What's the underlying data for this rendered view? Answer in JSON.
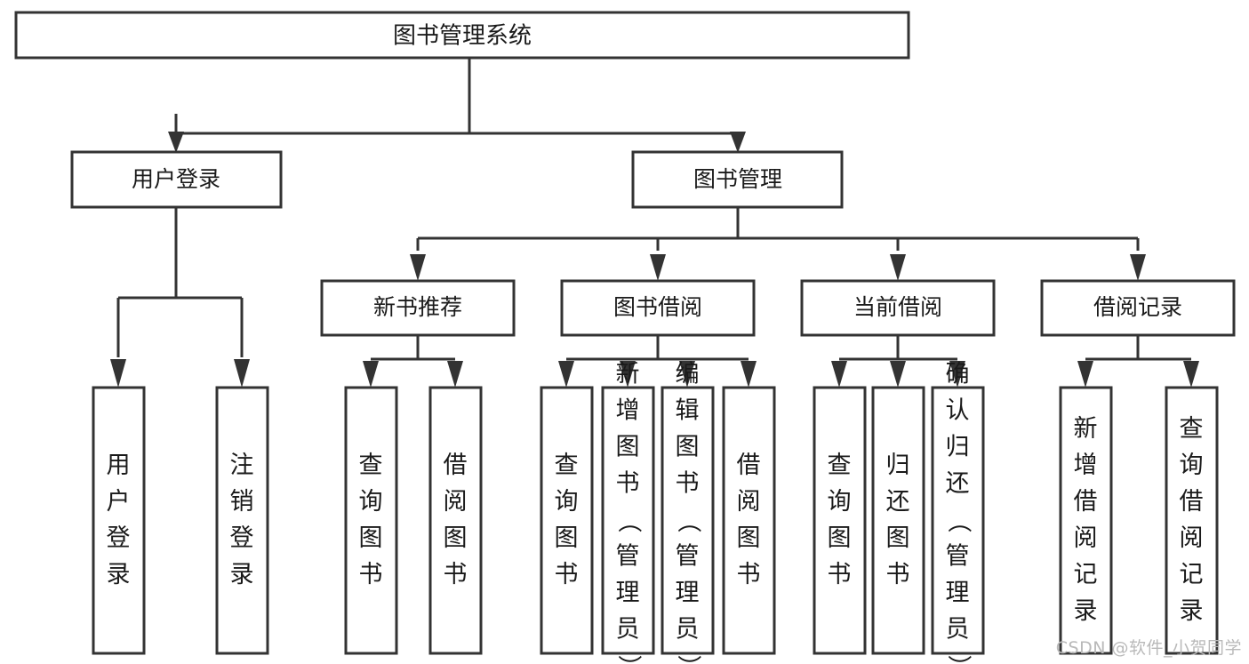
{
  "diagram": {
    "type": "tree",
    "title": "图书管理系统",
    "orientation": "top-down",
    "stroke_color": "#333333",
    "fill_color": "#ffffff",
    "background_color": "#ffffff",
    "text_color": "#1a1a1a"
  },
  "nodes": {
    "root": {
      "label": "图书管理系统",
      "level": 0
    },
    "user_login": {
      "label": "用户登录",
      "level": 1
    },
    "book_manage": {
      "label": "图书管理",
      "level": 1
    },
    "new_book_rec": {
      "label": "新书推荐",
      "level": 2
    },
    "book_borrow": {
      "label": "图书借阅",
      "level": 2
    },
    "current_borrow": {
      "label": "当前借阅",
      "level": 2
    },
    "borrow_record": {
      "label": "借阅记录",
      "level": 2
    },
    "leaf_user_login": {
      "label": "用户登录",
      "level": 2,
      "orientation": "vertical"
    },
    "leaf_logout": {
      "label": "注销登录",
      "level": 2,
      "orientation": "vertical"
    },
    "leaf_query_book_1": {
      "label": "查询图书",
      "level": 3,
      "orientation": "vertical"
    },
    "leaf_borrow_book_1": {
      "label": "借阅图书",
      "level": 3,
      "orientation": "vertical"
    },
    "leaf_query_book_2": {
      "label": "查询图书",
      "level": 3,
      "orientation": "vertical"
    },
    "leaf_add_book": {
      "label": "新增图书（管理员）",
      "level": 3,
      "orientation": "vertical"
    },
    "leaf_edit_book": {
      "label": "编辑图书（管理员）",
      "level": 3,
      "orientation": "vertical"
    },
    "leaf_borrow_book_2": {
      "label": "借阅图书",
      "level": 3,
      "orientation": "vertical"
    },
    "leaf_query_book_3": {
      "label": "查询图书",
      "level": 3,
      "orientation": "vertical"
    },
    "leaf_return_book": {
      "label": "归还图书",
      "level": 3,
      "orientation": "vertical"
    },
    "leaf_confirm_return": {
      "label": "确认归还（管理员）",
      "level": 3,
      "orientation": "vertical"
    },
    "leaf_add_record": {
      "label": "新增借阅记录",
      "level": 3,
      "orientation": "vertical"
    },
    "leaf_query_record": {
      "label": "查询借阅记录",
      "level": 3,
      "orientation": "vertical"
    }
  },
  "watermark": {
    "text": "CSDN @软件_小贺同学"
  }
}
